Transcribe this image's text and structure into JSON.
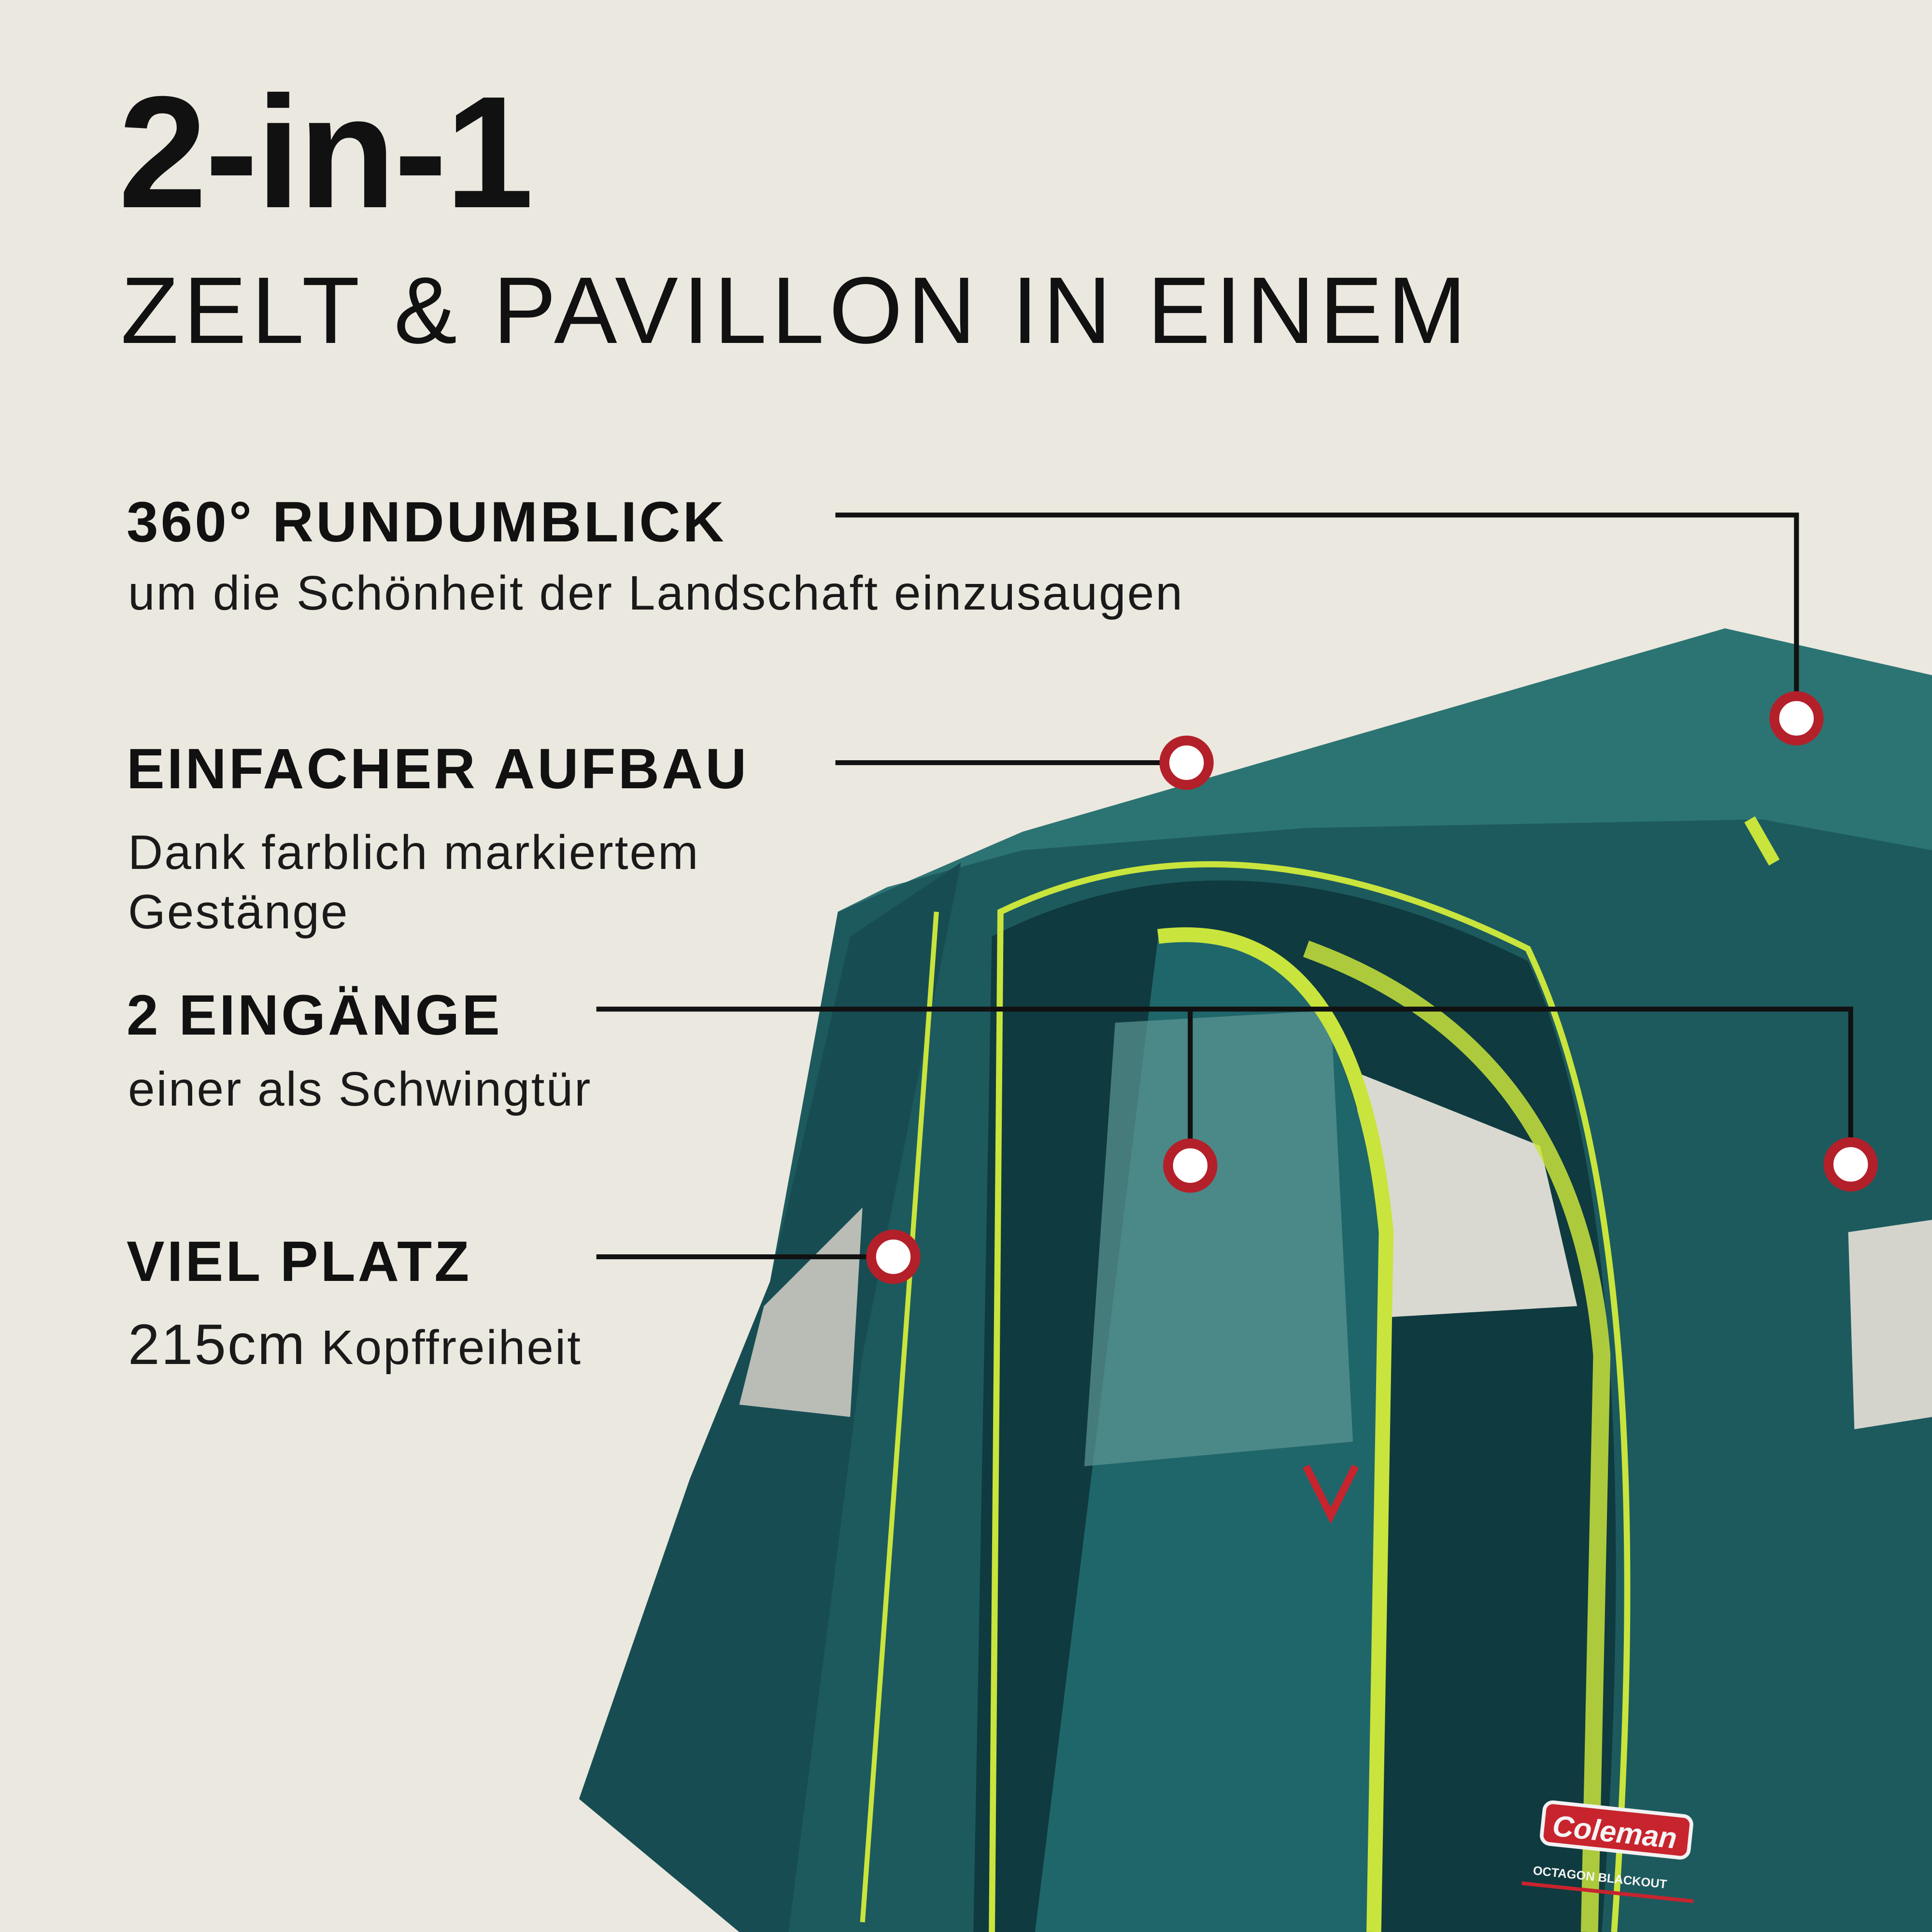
{
  "header": {
    "title": "2-in-1",
    "subtitle": "ZELT & PAVILLON IN EINEM"
  },
  "features": [
    {
      "heading": "360° RUNDUMBLICK",
      "body": [
        "um die Schönheit der Landschaft einzusaugen"
      ]
    },
    {
      "heading": "EINFACHER AUFBAU",
      "body": [
        "Dank farblich markiertem",
        "Gestänge"
      ]
    },
    {
      "heading": "2 EINGÄNGE",
      "body": [
        "einer als Schwingtür"
      ]
    },
    {
      "heading": "VIEL PLATZ",
      "body_value": "215cm",
      "body_unit": "Kopffreiheit"
    }
  ],
  "product": {
    "brand": "Coleman",
    "model": "OCTAGON BLACKOUT"
  },
  "colors": {
    "background": "#ebe8df",
    "tent": "#1f6266",
    "accent": "#c9e43c",
    "marker": "#b3202a"
  }
}
